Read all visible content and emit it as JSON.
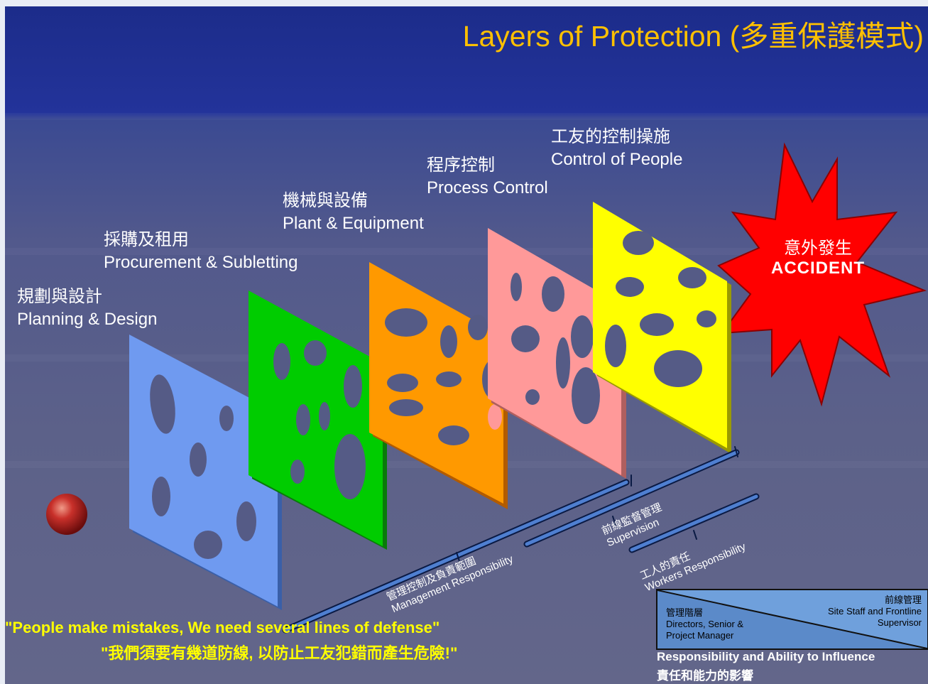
{
  "title": "Layers of Protection (多重保護模式)",
  "layers": [
    {
      "zh": "規劃與設計",
      "en": "Planning & Design",
      "color": "#6f9af0"
    },
    {
      "zh": "採購及租用",
      "en": "Procurement & Subletting",
      "color": "#00cc00"
    },
    {
      "zh": "機械與設備",
      "en": "Plant & Equipment",
      "color": "#ff9900"
    },
    {
      "zh": "程序控制",
      "en": "Process Control",
      "color": "#ff9999"
    },
    {
      "zh": "工友的控制操施",
      "en": "Control of People",
      "color": "#ffff00"
    }
  ],
  "accident": {
    "zh": "意外發生",
    "en": "ACCIDENT",
    "color": "#ff0000"
  },
  "responsibility_lines": [
    {
      "zh": "管理控制及負責範圍",
      "en": "Management Responsibility"
    },
    {
      "zh": "前線監督管理",
      "en": "Supervision"
    },
    {
      "zh": "工人的責任",
      "en": "Workers Responsibility"
    }
  ],
  "quote_en": "\"People make mistakes, We need several lines of defense\"",
  "quote_zh": "\"我們須要有幾道防線, 以防止工友犯錯而產生危險!\"",
  "influence_box": {
    "left_zh": "管理階層",
    "left_en_1": "Directors, Senior &",
    "left_en_2": "Project Manager",
    "right_zh": "前線管理",
    "right_en_1": "Site Staff and Frontline",
    "right_en_2": "Supervisor"
  },
  "caption_en": "Responsibility and Ability to Influence",
  "caption_zh": "責任和能力的影響"
}
